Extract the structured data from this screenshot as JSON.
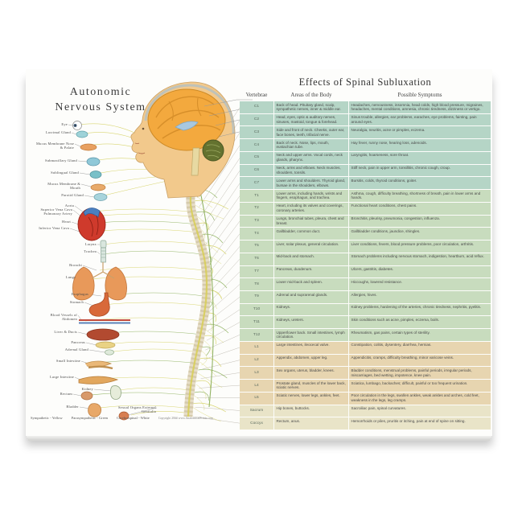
{
  "poster": {
    "anatomy": {
      "title_line1": "Autonomic",
      "title_line2": "Nervous System",
      "organ_labels": [
        "Eye",
        "Lacrimal Gland",
        "Mucus Membrane Nose & Palate",
        "Submaxillary Gland",
        "Sublingual Gland",
        "Mucus Membrane & Mouth",
        "Parotid Gland",
        "Aorta",
        "Superior Vena Cava Pulmonary Artery",
        "Heart",
        "Inferior Vena Cava",
        "Larynx",
        "Trachea",
        "Bronchi",
        "Lungs",
        "Esophagus",
        "Stomach",
        "Blood Vessels of Abdomen",
        "Liver & Ducts",
        "Pancreas",
        "Adrenal Gland",
        "Small Intestine",
        "Large Intestine",
        "Kidney",
        "Rectum",
        "Bladder",
        "Sexual Organs External Genitalia"
      ],
      "legend": {
        "0": "Sympathetic - Yellow",
        "1": "Parasympathetic - Green",
        "2": "Cerebrospinal - White"
      },
      "copyright": "Copyright 20## www.AnatomicalPrints.com",
      "nerve_colors": {
        "sympathetic": "#d2cf5a",
        "parasympathetic": "#86ab52",
        "cerebrospinal": "#ffffff"
      }
    },
    "table": {
      "title": "Effects of Spinal Subluxation",
      "columns": {
        "0": "Vertebrae",
        "1": "Areas of the Body",
        "2": "Possible Symptoms"
      },
      "section_colors": {
        "cervical": "#b5d5c6",
        "thoracic": "#c8dcbe",
        "lumbar": "#e7d5b0",
        "sacral": "#e9e4c8"
      },
      "rows": [
        {
          "vertebra": "C1",
          "section": "cervical",
          "areas": "Back of head. Pituitary gland, scalp, sympathetic nerves, inner & middle ear.",
          "symptoms": "Headaches, nervousness, insomnia, head colds, high blood pressure, migraines, headaches, mental conditions, amnesia, chronic tiredness, dizziness or vertigo."
        },
        {
          "vertebra": "C2",
          "section": "cervical",
          "areas": "Head, eyes, optic & auditory nerves, sinuses, mastoid, tongue & forehead.",
          "symptoms": "Sinus trouble, allergies, ear problems, earaches, eye problems, fainting, pain around eyes."
        },
        {
          "vertebra": "C3",
          "section": "cervical",
          "areas": "Side and front of neck. Cheeks, outer ear, face bones, teeth, trifacial nerve.",
          "symptoms": "Neuralgia, neuritis, acne or pimples, eczema."
        },
        {
          "vertebra": "C4",
          "section": "cervical",
          "areas": "Back of neck. Nose, lips, mouth, eustachian tube.",
          "symptoms": "Hay fever, runny nose, hearing loss, adenoids."
        },
        {
          "vertebra": "C5",
          "section": "cervical",
          "areas": "Neck and upper arms. Vocal cords, neck glands, pharynx.",
          "symptoms": "Laryngitis, hoarseness, sore throat."
        },
        {
          "vertebra": "C6",
          "section": "cervical",
          "areas": "Neck, arms and elbows. Neck muscles, shoulders, tonsils.",
          "symptoms": "Stiff neck, pain in upper arm, tonsillitis, chronic cough, croup."
        },
        {
          "vertebra": "C7",
          "section": "cervical",
          "areas": "Lower arms and shoulders. Thyroid gland, bursae in the shoulders, elbows.",
          "symptoms": "Bursitis, colds, thyroid conditions, goiter."
        },
        {
          "vertebra": "T1",
          "section": "thoracic",
          "areas": "Lower arms, including hands, wrists and fingers, esophagus, and trachea.",
          "symptoms": "Asthma, cough, difficulty breathing, shortness of breath, pain in lower arms and hands."
        },
        {
          "vertebra": "T2",
          "section": "thoracic",
          "areas": "Heart, including its valves and coverings, coronary arteries.",
          "symptoms": "Functional heart conditions, chest pains."
        },
        {
          "vertebra": "T3",
          "section": "thoracic",
          "areas": "Lungs, bronchial tubes, pleura, chest and breast.",
          "symptoms": "Bronchitis, pleurisy, pneumonia, congestion, influenza."
        },
        {
          "vertebra": "T4",
          "section": "thoracic",
          "areas": "Gallbladder, common duct.",
          "symptoms": "Gallbladder conditions, jaundice, shingles."
        },
        {
          "vertebra": "T5",
          "section": "thoracic",
          "areas": "Liver, solar plexus, general circulation.",
          "symptoms": "Liver conditions, fevers, blood pressure problems, poor circulation, arthritis."
        },
        {
          "vertebra": "T6",
          "section": "thoracic",
          "areas": "Mid-back and stomach.",
          "symptoms": "Stomach problems including nervous stomach, indigestion, heartburn, acid reflux."
        },
        {
          "vertebra": "T7",
          "section": "thoracic",
          "areas": "Pancreas, duodenum.",
          "symptoms": "Ulcers, gastritis, diabetes."
        },
        {
          "vertebra": "T8",
          "section": "thoracic",
          "areas": "Lower mid-back and spleen.",
          "symptoms": "Hiccoughs, lowered resistance."
        },
        {
          "vertebra": "T9",
          "section": "thoracic",
          "areas": "Adrenal and suprarenal glands.",
          "symptoms": "Allergies, hives."
        },
        {
          "vertebra": "T10",
          "section": "thoracic",
          "areas": "Kidneys.",
          "symptoms": "Kidney problems, hardening of the arteries, chronic tiredness, nephritis, pyelitis."
        },
        {
          "vertebra": "T11",
          "section": "thoracic",
          "areas": "Kidneys, ureters.",
          "symptoms": "Skin conditions such as acne, pimples, eczema, boils."
        },
        {
          "vertebra": "T12",
          "section": "thoracic",
          "areas": "Upper/lower back. Small intestines, lymph circulation.",
          "symptoms": "Rheumatism, gas pains, certain types of sterility."
        },
        {
          "vertebra": "L1",
          "section": "lumbar",
          "areas": "Large intestines, ileocecal valve.",
          "symptoms": "Constipation, colitis, dysentery, diarrhea, hernias."
        },
        {
          "vertebra": "L2",
          "section": "lumbar",
          "areas": "Appendix, abdomen, upper leg.",
          "symptoms": "Appendicitis, cramps, difficulty breathing, minor varicose veins."
        },
        {
          "vertebra": "L3",
          "section": "lumbar",
          "areas": "Sex organs, uterus, bladder, knees.",
          "symptoms": "Bladder conditions, menstrual problems, painful periods, irregular periods, miscarriages, bed wetting, impotence, knee pain."
        },
        {
          "vertebra": "L4",
          "section": "lumbar",
          "areas": "Prostate gland, muscles of the lower back, sciatic nerves.",
          "symptoms": "Sciatica, lumbago, backaches; difficult, painful or too frequent urination."
        },
        {
          "vertebra": "L5",
          "section": "lumbar",
          "areas": "Sciatic nerves, lower legs, ankles, feet.",
          "symptoms": "Poor circulation in the legs, swollen ankles, weak ankles and arches, cold feet, weakness in the legs, leg cramps."
        },
        {
          "vertebra": "Sacrum",
          "section": "sacral",
          "areas": "Hip bones, buttocks.",
          "symptoms": "Sacroiliac pain, spinal curvatures."
        },
        {
          "vertebra": "Coccyx",
          "section": "sacral",
          "areas": "Rectum, anus.",
          "symptoms": "Hemorrhoids or piles, pruritis or itching, pain at end of spine on sitting."
        }
      ]
    }
  }
}
